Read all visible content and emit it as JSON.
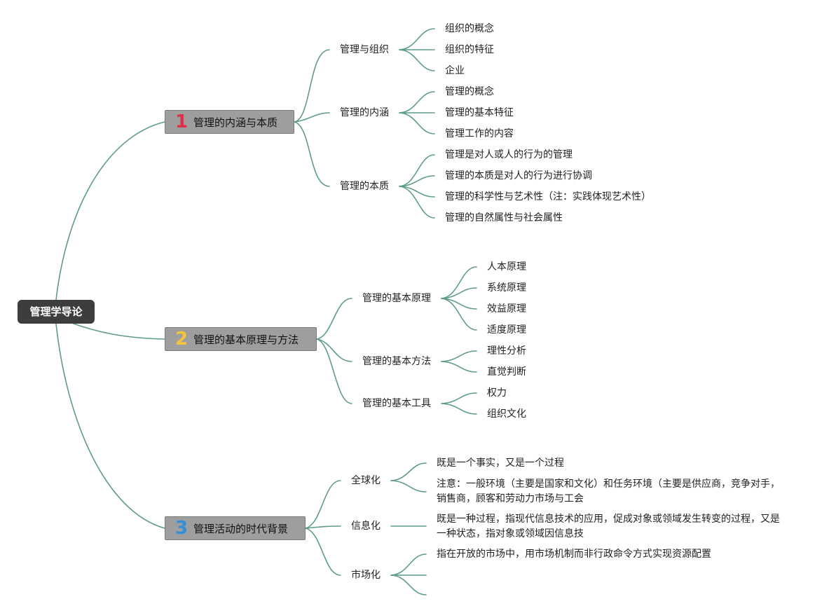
{
  "root": {
    "label": "管理学导论"
  },
  "topics": [
    {
      "number": "1",
      "number_color": "#e03048",
      "label": "管理的内涵与本质",
      "subs": [
        {
          "label": "管理与组织",
          "leaves": [
            "组织的概念",
            "组织的特征",
            "企业"
          ]
        },
        {
          "label": "管理的内涵",
          "leaves": [
            "管理的概念",
            "管理的基本特征",
            "管理工作的内容"
          ]
        },
        {
          "label": "管理的本质",
          "leaves": [
            "管理是对人或人的行为的管理",
            "管理的本质是对人的行为进行协调",
            "管理的科学性与艺术性（注：实践体现艺术性）",
            "管理的自然属性与社会属性"
          ]
        }
      ]
    },
    {
      "number": "2",
      "number_color": "#f2c53d",
      "label": "管理的基本原理与方法",
      "subs": [
        {
          "label": "管理的基本原理",
          "leaves": [
            "人本原理",
            "系统原理",
            "效益原理",
            "适度原理"
          ]
        },
        {
          "label": "管理的基本方法",
          "leaves": [
            "理性分析",
            "直觉判断"
          ]
        },
        {
          "label": "管理的基本工具",
          "leaves": [
            "权力",
            "组织文化"
          ]
        }
      ]
    },
    {
      "number": "3",
      "number_color": "#2f8fd8",
      "label": "管理活动的时代背景",
      "subs": [
        {
          "label": "全球化",
          "leaves": [
            "既是一个事实，又是一个过程",
            "注意：一般环境（主要是国家和文化）和任务环境（主要是供应商，竞争对手，销售商，顾客和劳动力市场与工会"
          ]
        },
        {
          "label": "信息化",
          "leaves": [
            "既是一种过程，指现代信息技术的应用，促成对象或领域发生转变的过程，又是一种状态，指对象或领域因信息技"
          ]
        },
        {
          "label": "市场化",
          "leaves": [
            "指在开放的市场中，用市场机制而非行政命令方式实现资源配置",
            "",
            ""
          ]
        }
      ]
    }
  ]
}
